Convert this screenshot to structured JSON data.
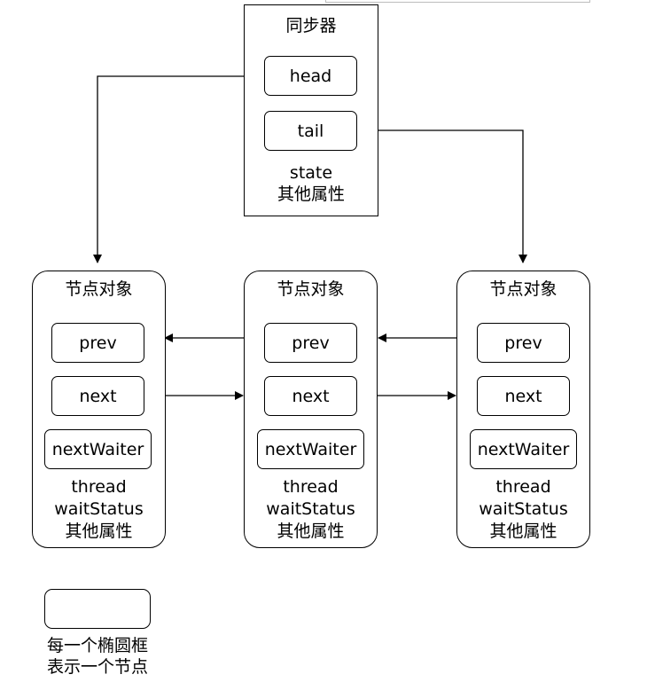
{
  "synchronizer": {
    "title": "同步器",
    "head_label": "head",
    "tail_label": "tail",
    "state_label": "state",
    "other_label": "其他属性"
  },
  "nodes": [
    {
      "title": "节点对象",
      "prev": "prev",
      "next": "next",
      "waiter": "nextWaiter",
      "thread": "thread",
      "wait_status": "waitStatus",
      "other": "其他属性"
    },
    {
      "title": "节点对象",
      "prev": "prev",
      "next": "next",
      "waiter": "nextWaiter",
      "thread": "thread",
      "wait_status": "waitStatus",
      "other": "其他属性"
    },
    {
      "title": "节点对象",
      "prev": "prev",
      "next": "next",
      "waiter": "nextWaiter",
      "thread": "thread",
      "wait_status": "waitStatus",
      "other": "其他属性"
    }
  ],
  "legend": {
    "line1": "每一个椭圆框",
    "line2": "表示一个节点"
  }
}
